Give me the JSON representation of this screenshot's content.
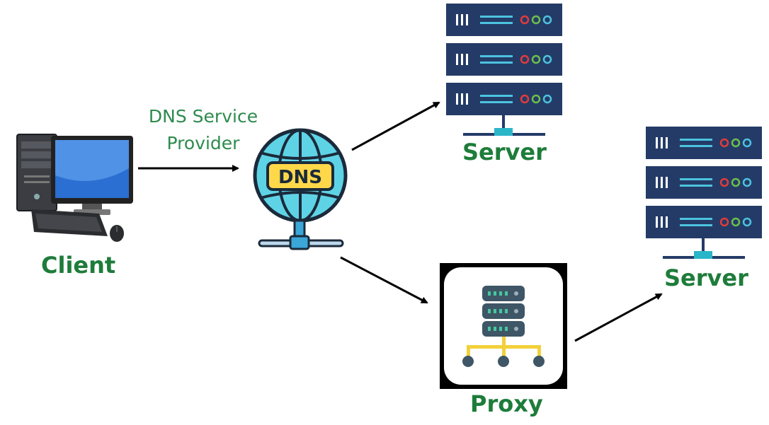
{
  "diagram": {
    "client": {
      "label": "Client",
      "icon": "desktop-computer-icon"
    },
    "dns": {
      "caption_line1": "DNS Service",
      "caption_line2": "Provider",
      "globe_text": "DNS",
      "icon": "dns-globe-icon"
    },
    "server_top": {
      "label": "Server",
      "icon": "server-rack-icon"
    },
    "server_right": {
      "label": "Server",
      "icon": "server-rack-icon"
    },
    "proxy": {
      "label": "Proxy",
      "icon": "proxy-server-icon"
    },
    "colors": {
      "label_green": "#1e7c3a",
      "caption_green": "#2e8b4e",
      "server_navy": "#243b67",
      "connector_teal": "#2bb5c8",
      "globe_cyan": "#5fd3e6",
      "dns_yellow": "#ffd84a"
    }
  }
}
